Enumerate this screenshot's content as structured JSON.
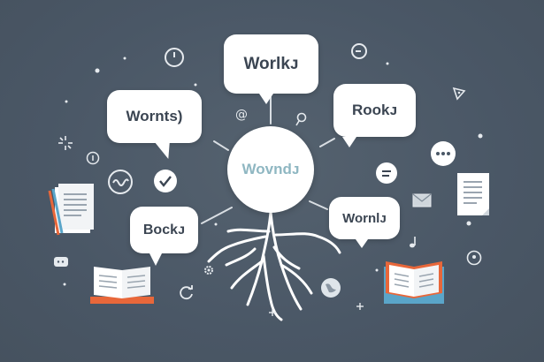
{
  "bubbles": {
    "top": "Worlkᴊ",
    "left": "Wornts)",
    "right": "Rookᴊ",
    "lower_left": "Bockᴊ",
    "lower_right": "Wornlᴊ"
  },
  "center": "Wovndᴊ",
  "colors": {
    "background": "#4a5766",
    "bubble": "#ffffff",
    "accent_orange": "#e8673a",
    "accent_blue": "#5aa5c9",
    "line": "#d9dee3"
  }
}
